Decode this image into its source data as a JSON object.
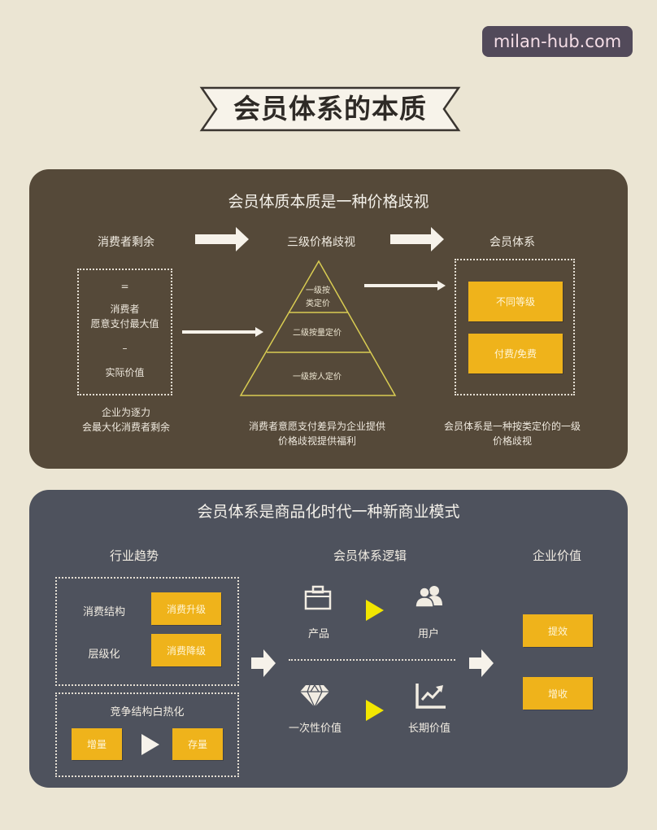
{
  "watermark": {
    "text": "milan-hub.com"
  },
  "header": {
    "title": "会员体系的本质"
  },
  "colors": {
    "background": "#ebe5d3",
    "panel_top": "#554939",
    "panel_bottom": "#4e525d",
    "accent_yellow": "#efb31b",
    "play_yellow": "#f2e600",
    "pyramid_line": "#d9cc52"
  },
  "panel1": {
    "title": "会员体质本质是一种价格歧视",
    "col1": {
      "heading": "消费者剩余",
      "box_lines": [
        "=",
        "消费者",
        "愿意支付最大值",
        "–",
        "实际价值"
      ],
      "caption": [
        "企业为逐力",
        "会最大化消费者剩余"
      ]
    },
    "col2": {
      "heading": "三级价格歧视",
      "pyramid": {
        "tiers": [
          {
            "label_line1": "一级按",
            "label_line2": "类定价"
          },
          {
            "label_line1": "二级按量定价"
          },
          {
            "label_line1": "一级按人定价"
          }
        ]
      },
      "caption": [
        "消费者意愿支付差异为企业提供",
        "价格歧视提供福利"
      ]
    },
    "col3": {
      "heading": "会员体系",
      "boxes": [
        "不同等级",
        "付费/免费"
      ],
      "caption": [
        "会员体系是一种按类定价的一级",
        "价格歧视"
      ]
    }
  },
  "panel2": {
    "title": "会员体系是商品化时代一种新商业模式",
    "col1": {
      "heading": "行业趋势",
      "rows": [
        {
          "label": "消费结构",
          "box": "消费升级"
        },
        {
          "label": "层级化",
          "box": "消费降级"
        }
      ],
      "sub": {
        "heading": "竞争结构白热化",
        "from": "增量",
        "to": "存量"
      }
    },
    "col2": {
      "heading": "会员体系逻辑",
      "top": {
        "from_icon": "briefcase-icon",
        "from": "产品",
        "to_icon": "users-icon",
        "to": "用户"
      },
      "bottom": {
        "from_icon": "diamond-icon",
        "from": "一次性价值",
        "to_icon": "growth-chart-icon",
        "to": "长期价值"
      }
    },
    "col3": {
      "heading": "企业价值",
      "boxes": [
        "提效",
        "增收"
      ]
    }
  }
}
